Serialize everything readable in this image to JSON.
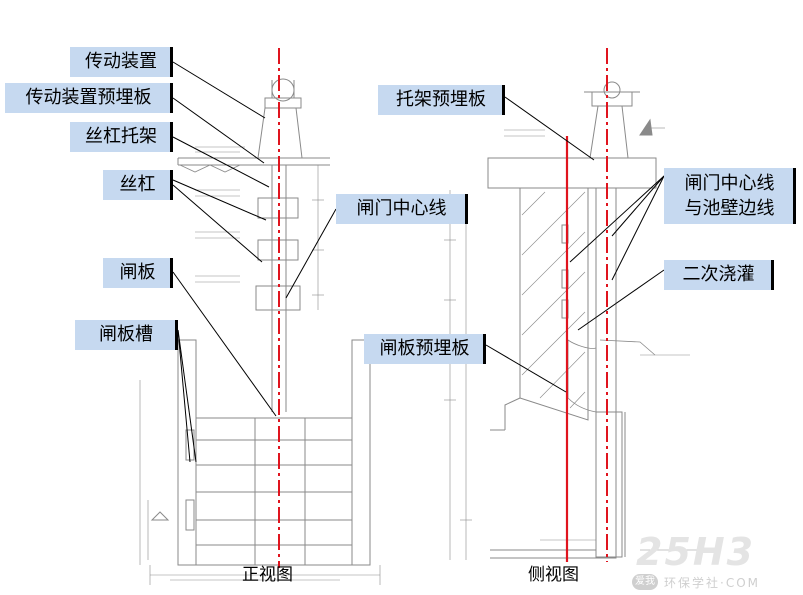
{
  "labels": {
    "drive_device": "传动装置",
    "drive_embed_plate": "传动装置预埋板",
    "screw_bracket": "丝杠托架",
    "screw": "丝杠",
    "gate_plate": "闸板",
    "gate_slot": "闸板槽",
    "gate_centerline_front": "闸门中心线",
    "bracket_embed_plate": "托架预埋板",
    "gate_centerline_wall_line1": "闸门中心线",
    "gate_centerline_wall_line2": "与池壁边线",
    "secondary_grouting": "二次浇灌",
    "gate_embed_plate": "闸板预埋板"
  },
  "captions": {
    "front_view": "正视图",
    "side_view": "侧视图"
  },
  "watermark": {
    "logo": "25H3",
    "text": "环保学社·COM",
    "badge": "爱我"
  },
  "colors": {
    "label_bg": "#c6d9f0",
    "centerline": "#e0141e",
    "drawing": "#7c7c7c",
    "leader": "#000000"
  }
}
